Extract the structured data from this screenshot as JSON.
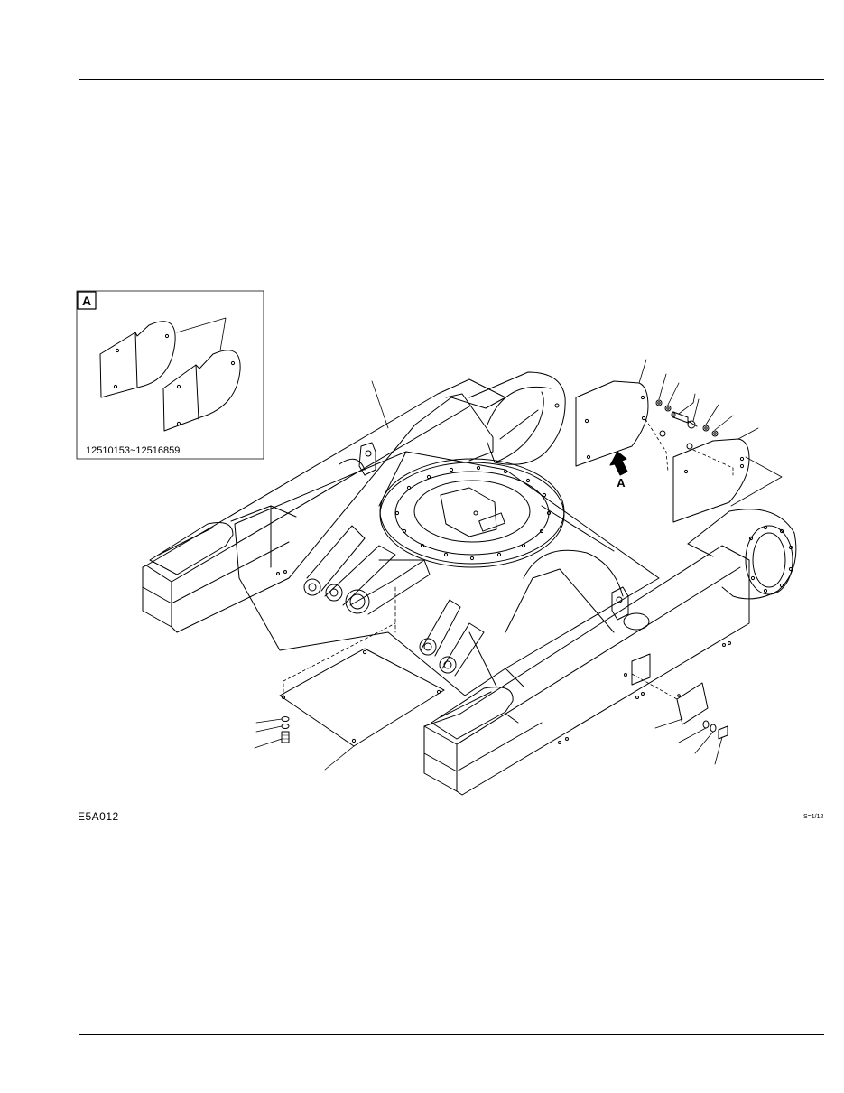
{
  "figure": {
    "code": "E5A012",
    "scale": "S=1/12"
  },
  "detail_view": {
    "label": "A",
    "serial_range": "12510153~12516859"
  },
  "view_arrow": {
    "label": "A"
  }
}
